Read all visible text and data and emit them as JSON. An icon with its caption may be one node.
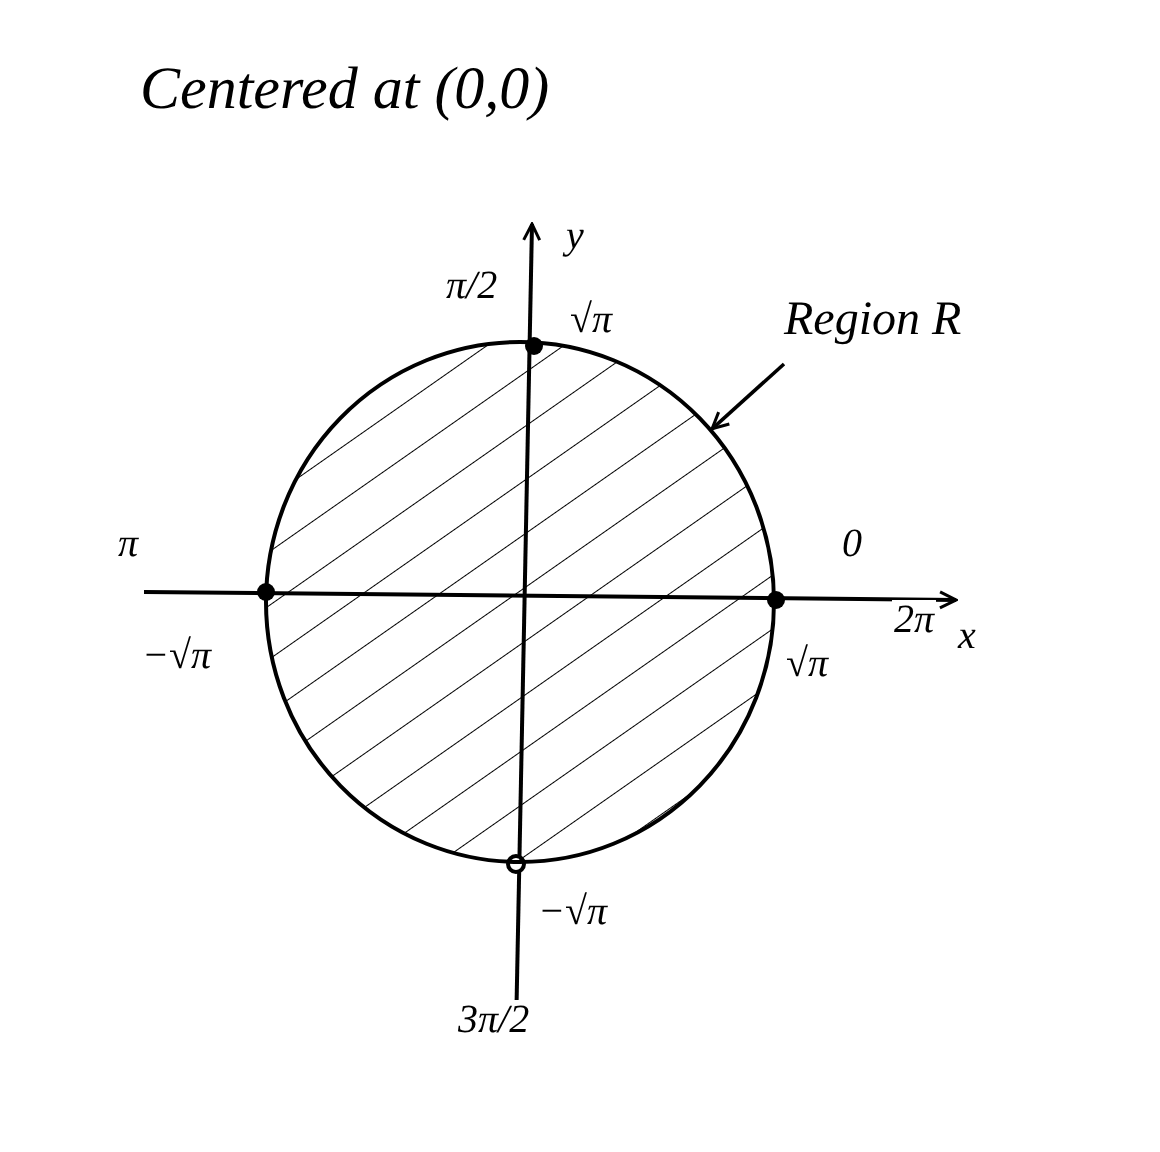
{
  "diagram": {
    "title": "Centered at (0,0)",
    "nodes": [
      {
        "text": [
          "Region R"
        ]
      },
      {
        "text": [],
        "shape": "circle"
      }
    ],
    "edges": [
      {
        "from": 0,
        "to": 1,
        "arrow": "to"
      }
    ],
    "labels": [
      "π/2",
      "y",
      "√π",
      "π",
      "0",
      "−√π",
      "√π",
      "2π",
      "x",
      "−√π",
      "3π/2"
    ]
  }
}
